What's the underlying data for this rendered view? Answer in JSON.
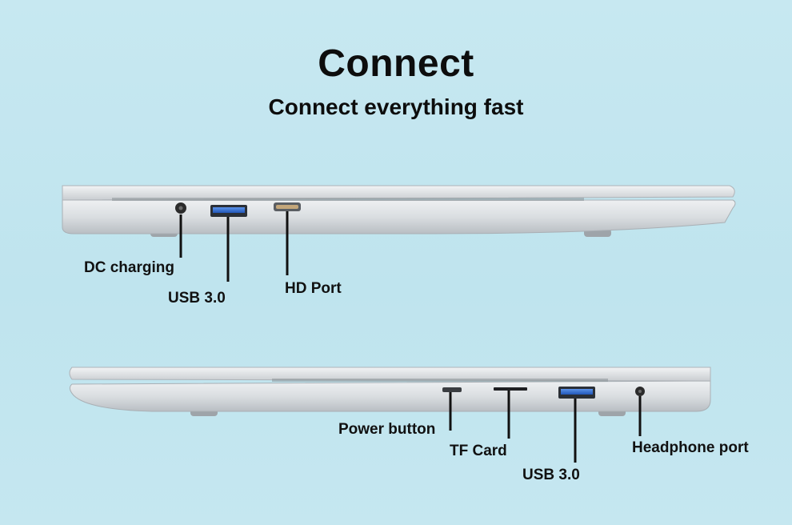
{
  "header": {
    "title": "Connect",
    "subtitle": "Connect everything fast"
  },
  "left_side": {
    "labels": {
      "dc": "DC charging",
      "usb": "USB 3.0",
      "hd": "HD Port"
    }
  },
  "right_side": {
    "labels": {
      "power": "Power button",
      "tf": "TF Card",
      "usb": "USB 3.0",
      "headphone": "Headphone port"
    }
  },
  "colors": {
    "background": "#c3e6ef",
    "laptop_body": "#d8dcdf",
    "usb_accent": "#2f6fd8",
    "text": "#111111"
  }
}
